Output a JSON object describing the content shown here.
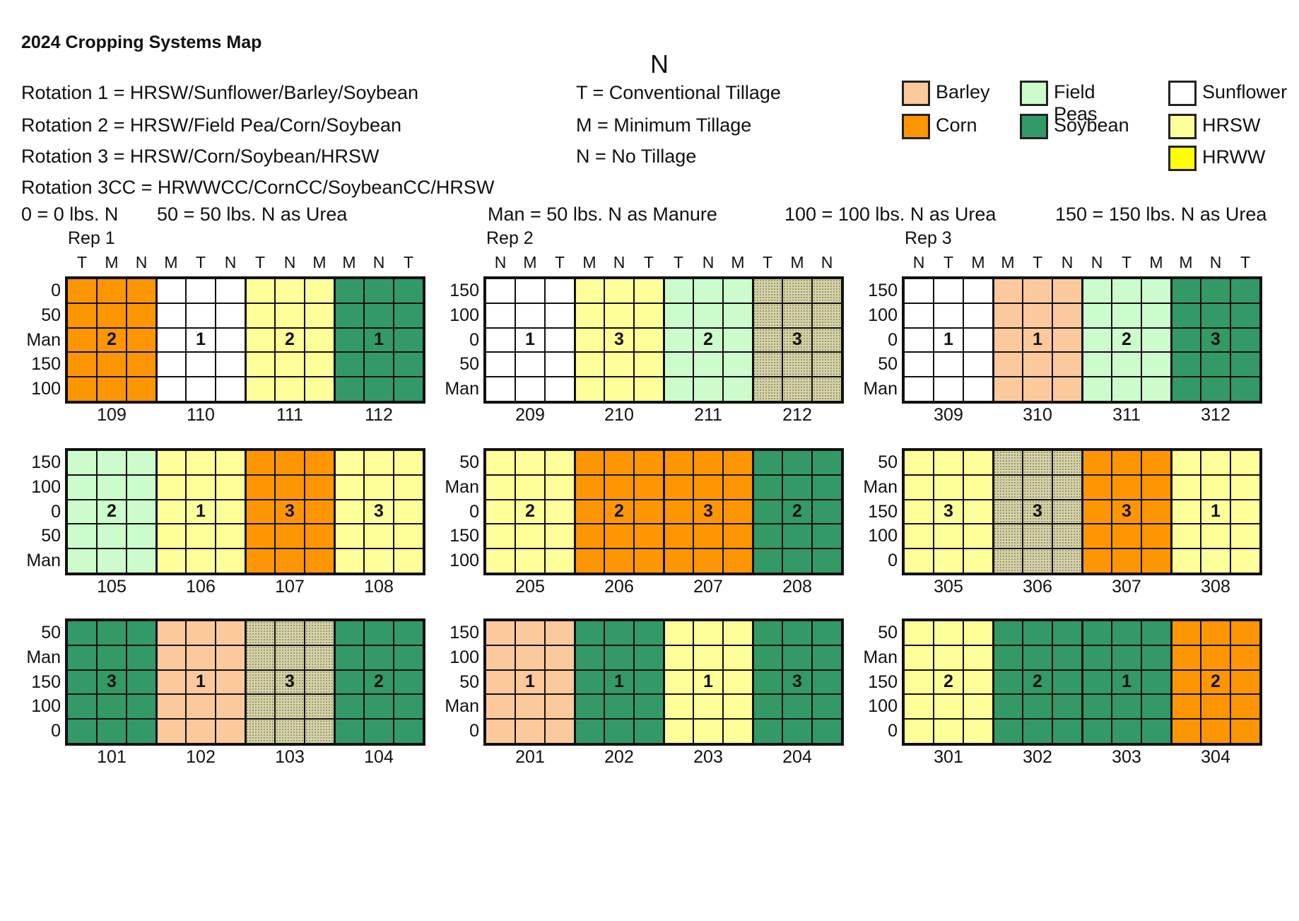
{
  "title": "2024 Cropping Systems Map",
  "north": "N",
  "rotations": [
    "Rotation 1 = HRSW/Sunflower/Barley/Soybean",
    "Rotation 2 = HRSW/Field Pea/Corn/Soybean",
    "Rotation 3 = HRSW/Corn/Soybean/HRSW",
    "Rotation 3CC = HRWWCC/CornCC/SoybeanCC/HRSW"
  ],
  "tillage": [
    "T = Conventional Tillage",
    "M = Minimum Tillage",
    "N = No Tillage"
  ],
  "nitrogen": [
    "0 = 0 lbs. N",
    "50 = 50 lbs. N as Urea",
    "Man = 50 lbs. N as Manure",
    "100 = 100 lbs. N as Urea",
    "150 = 150 lbs. N as Urea"
  ],
  "legend": [
    {
      "label": "Barley",
      "crop": "barley"
    },
    {
      "label": "Field Peas",
      "crop": "peas"
    },
    {
      "label": "Sunflower",
      "crop": "sunflower"
    },
    {
      "label": "Corn",
      "crop": "corn"
    },
    {
      "label": "Soybean",
      "crop": "soybean"
    },
    {
      "label": "HRSW",
      "crop": "hrsw"
    },
    {
      "label": "HRWW",
      "crop": "hrww"
    }
  ],
  "colors": {
    "barley": "#fcc99d",
    "peas": "#ccfccc",
    "sunflower": "#ffffff",
    "corn": "#fd9602",
    "soybean": "#339966",
    "hrsw": "#ffff99",
    "hrww": "#ffff00",
    "hrww_field": "#d6d2a8"
  },
  "reps": [
    {
      "label": "Rep 1",
      "tillage_heads": [
        "T",
        "M",
        "N",
        "M",
        "T",
        "N",
        "T",
        "N",
        "M",
        "M",
        "N",
        "T"
      ],
      "rows": [
        {
          "n_labels": [
            "0",
            "50",
            "Man",
            "150",
            "100"
          ],
          "plots": [
            {
              "num": "109",
              "crop": "corn",
              "rotation": "2"
            },
            {
              "num": "110",
              "crop": "sunflower",
              "rotation": "1"
            },
            {
              "num": "111",
              "crop": "hrsw",
              "rotation": "2"
            },
            {
              "num": "112",
              "crop": "soybean",
              "rotation": "1"
            }
          ]
        },
        {
          "n_labels": [
            "150",
            "100",
            "0",
            "50",
            "Man"
          ],
          "plots": [
            {
              "num": "105",
              "crop": "peas",
              "rotation": "2"
            },
            {
              "num": "106",
              "crop": "hrsw",
              "rotation": "1"
            },
            {
              "num": "107",
              "crop": "corn",
              "rotation": "3"
            },
            {
              "num": "108",
              "crop": "hrsw",
              "rotation": "3"
            }
          ]
        },
        {
          "n_labels": [
            "50",
            "Man",
            "150",
            "100",
            "0"
          ],
          "plots": [
            {
              "num": "101",
              "crop": "soybean",
              "rotation": "3"
            },
            {
              "num": "102",
              "crop": "barley",
              "rotation": "1"
            },
            {
              "num": "103",
              "crop": "hrww_field",
              "rotation": "3"
            },
            {
              "num": "104",
              "crop": "soybean",
              "rotation": "2"
            }
          ]
        }
      ]
    },
    {
      "label": "Rep 2",
      "tillage_heads": [
        "N",
        "M",
        "T",
        "M",
        "N",
        "T",
        "T",
        "N",
        "M",
        "T",
        "M",
        "N"
      ],
      "rows": [
        {
          "n_labels": [
            "150",
            "100",
            "0",
            "50",
            "Man"
          ],
          "plots": [
            {
              "num": "209",
              "crop": "sunflower",
              "rotation": "1"
            },
            {
              "num": "210",
              "crop": "hrsw",
              "rotation": "3"
            },
            {
              "num": "211",
              "crop": "peas",
              "rotation": "2"
            },
            {
              "num": "212",
              "crop": "hrww_field",
              "rotation": "3"
            }
          ]
        },
        {
          "n_labels": [
            "50",
            "Man",
            "0",
            "150",
            "100"
          ],
          "plots": [
            {
              "num": "205",
              "crop": "hrsw",
              "rotation": "2"
            },
            {
              "num": "206",
              "crop": "corn",
              "rotation": "2"
            },
            {
              "num": "207",
              "crop": "corn",
              "rotation": "3"
            },
            {
              "num": "208",
              "crop": "soybean",
              "rotation": "2"
            }
          ]
        },
        {
          "n_labels": [
            "150",
            "100",
            "50",
            "Man",
            "0"
          ],
          "plots": [
            {
              "num": "201",
              "crop": "barley",
              "rotation": "1"
            },
            {
              "num": "202",
              "crop": "soybean",
              "rotation": "1"
            },
            {
              "num": "203",
              "crop": "hrsw",
              "rotation": "1"
            },
            {
              "num": "204",
              "crop": "soybean",
              "rotation": "3"
            }
          ]
        }
      ]
    },
    {
      "label": "Rep 3",
      "tillage_heads": [
        "N",
        "T",
        "M",
        "M",
        "T",
        "N",
        "N",
        "T",
        "M",
        "M",
        "N",
        "T"
      ],
      "rows": [
        {
          "n_labels": [
            "150",
            "100",
            "0",
            "50",
            "Man"
          ],
          "plots": [
            {
              "num": "309",
              "crop": "sunflower",
              "rotation": "1"
            },
            {
              "num": "310",
              "crop": "barley",
              "rotation": "1"
            },
            {
              "num": "311",
              "crop": "peas",
              "rotation": "2"
            },
            {
              "num": "312",
              "crop": "soybean",
              "rotation": "3"
            }
          ]
        },
        {
          "n_labels": [
            "50",
            "Man",
            "150",
            "100",
            "0"
          ],
          "plots": [
            {
              "num": "305",
              "crop": "hrsw",
              "rotation": "3"
            },
            {
              "num": "306",
              "crop": "hrww_field",
              "rotation": "3"
            },
            {
              "num": "307",
              "crop": "corn",
              "rotation": "3"
            },
            {
              "num": "308",
              "crop": "hrsw",
              "rotation": "1"
            }
          ]
        },
        {
          "n_labels": [
            "50",
            "Man",
            "150",
            "100",
            "0"
          ],
          "plots": [
            {
              "num": "301",
              "crop": "hrsw",
              "rotation": "2"
            },
            {
              "num": "302",
              "crop": "soybean",
              "rotation": "2"
            },
            {
              "num": "303",
              "crop": "soybean",
              "rotation": "1"
            },
            {
              "num": "304",
              "crop": "corn",
              "rotation": "2"
            }
          ]
        }
      ]
    }
  ]
}
